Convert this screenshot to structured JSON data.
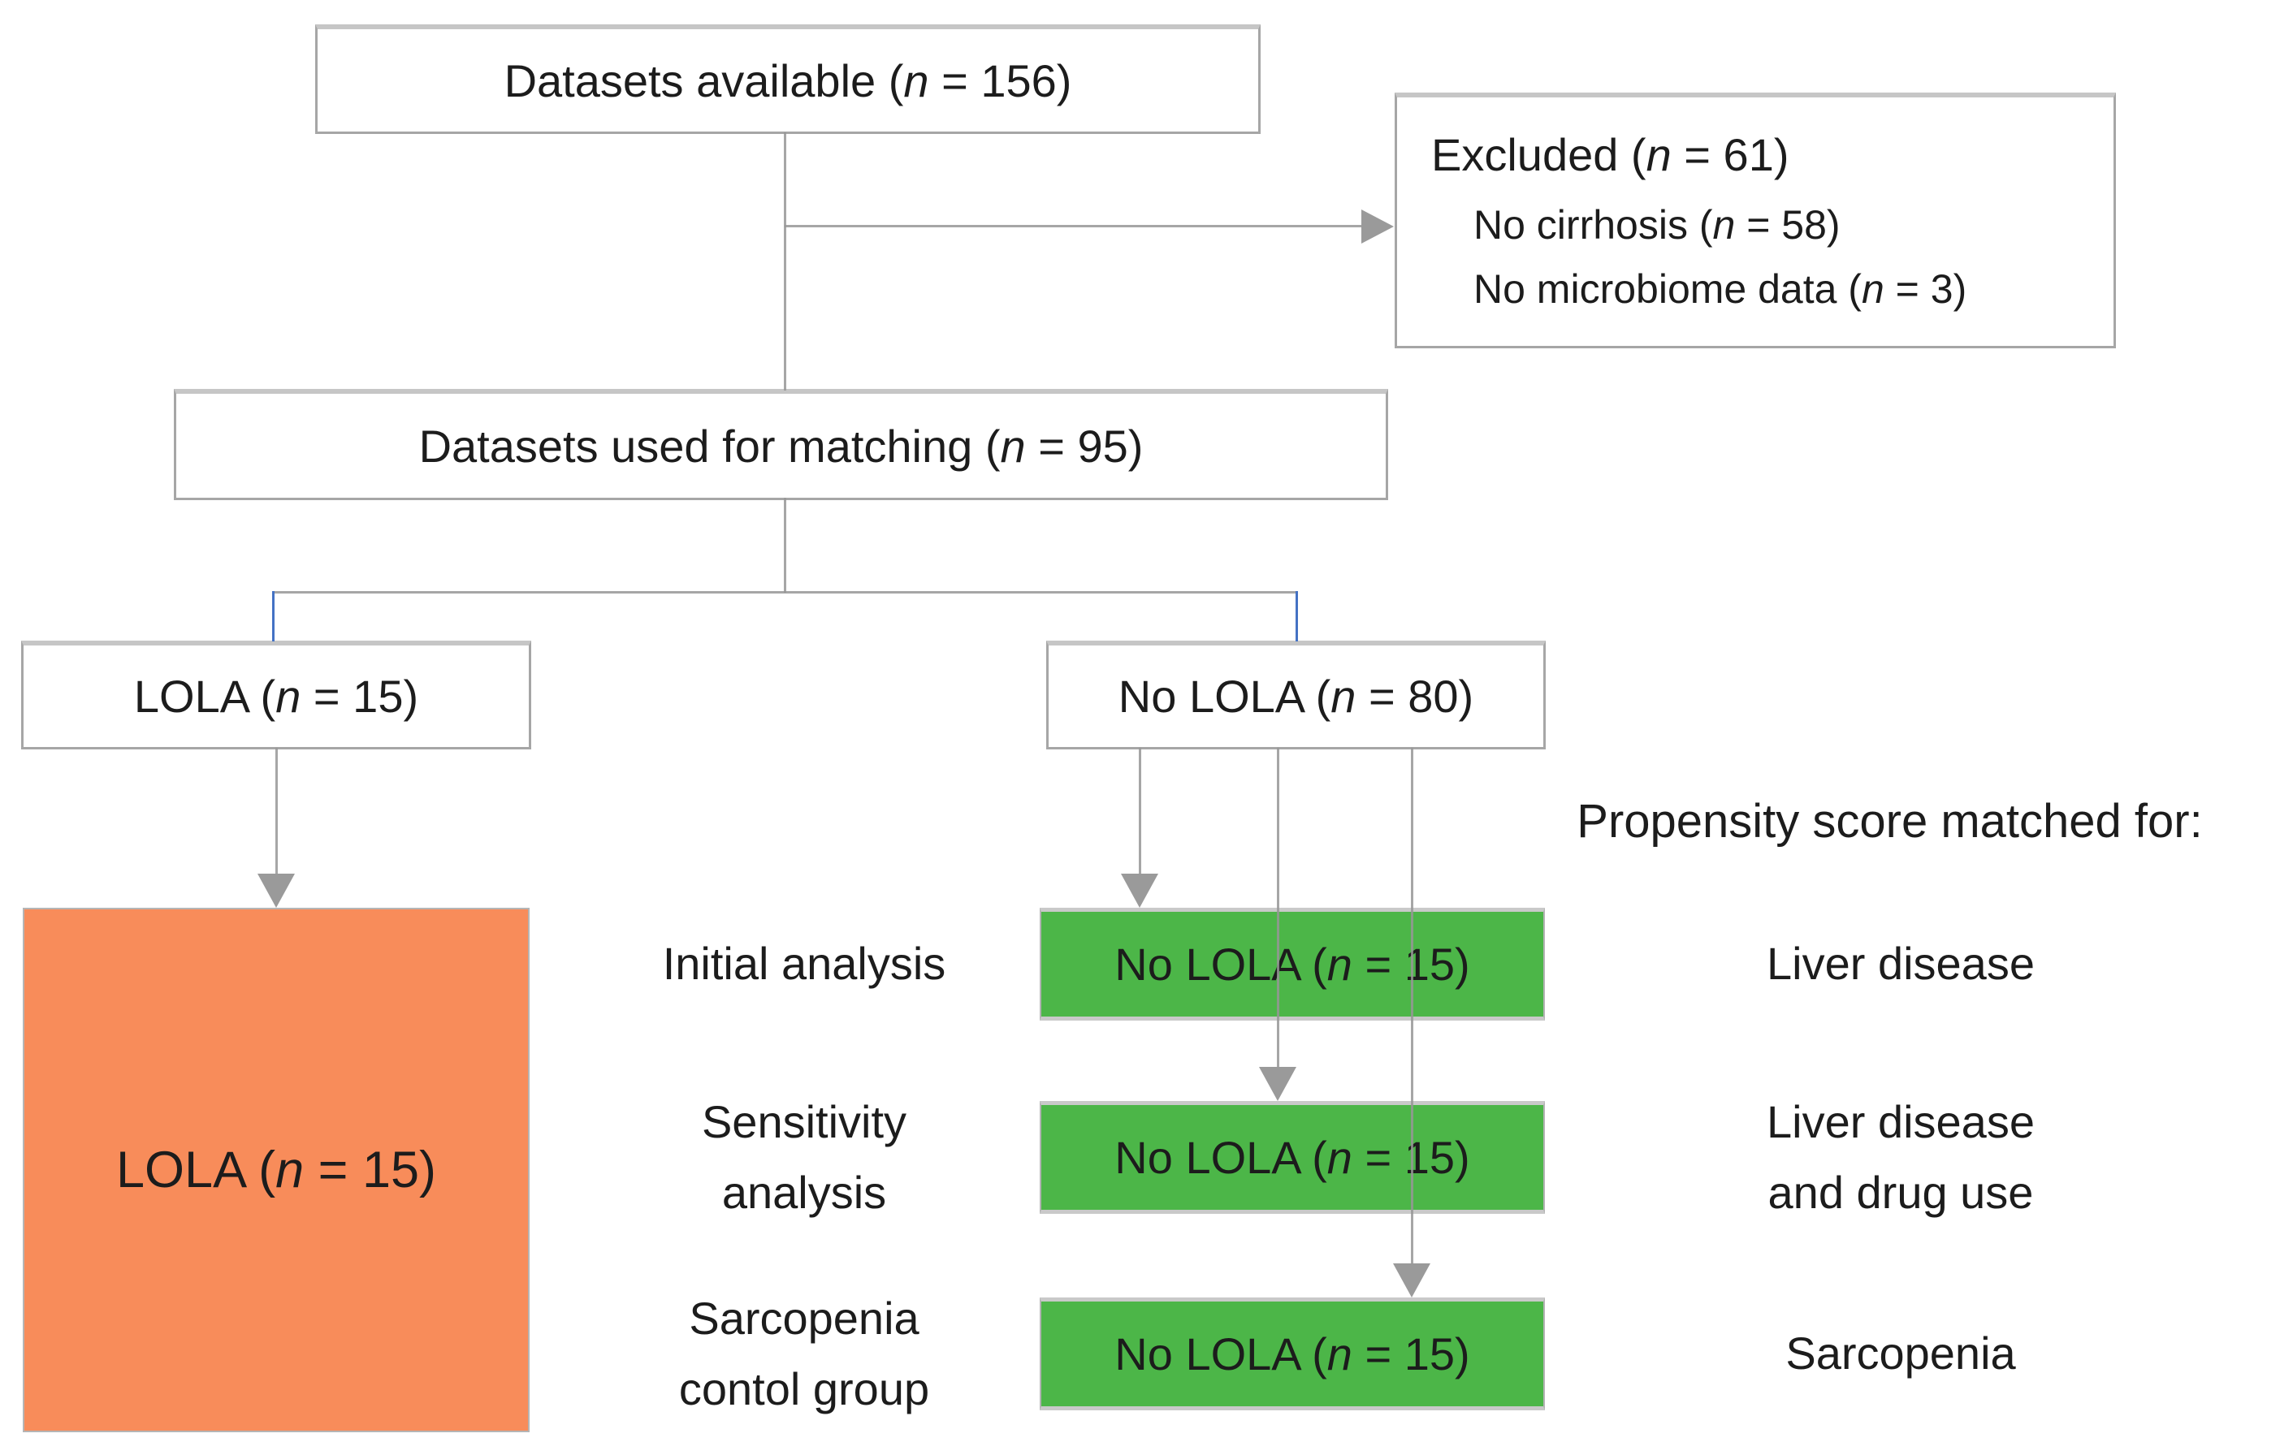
{
  "figure_type": "study-flow-diagram",
  "boxes": {
    "available": {
      "pre": "Datasets available (",
      "n": "n",
      "post": " = 156)"
    },
    "excluded_title": {
      "pre": "Excluded (",
      "n": "n",
      "post": " = 61)"
    },
    "excluded_item1": {
      "pre": "No cirrhosis (",
      "n": "n",
      "post": " = 58)"
    },
    "excluded_item2": {
      "pre": "No microbiome  data (",
      "n": "n",
      "post": " = 3)"
    },
    "matching": {
      "pre": "Datasets used for matching (",
      "n": "n",
      "post": " = 95)"
    },
    "lola_arm": {
      "pre": "LOLA (",
      "n": "n",
      "post": " = 15)"
    },
    "nolola_arm": {
      "pre": "No LOLA (",
      "n": "n",
      "post": " = 80)"
    },
    "lola_final": {
      "pre": "LOLA (",
      "n": "n",
      "post": " = 15)"
    },
    "matched1": {
      "pre": "No LOLA (",
      "n": "n",
      "post": " = 15)"
    },
    "matched2": {
      "pre": "No LOLA (",
      "n": "n",
      "post": " = 15)"
    },
    "matched3": {
      "pre": "No LOLA (",
      "n": "n",
      "post": " = 15)"
    }
  },
  "annotations": {
    "propensity_caption": "Propensity score matched for:",
    "row1_left": "Initial analysis",
    "row2_left_line1": "Sensitivity",
    "row2_left_line2": "analysis",
    "row3_left_line1": "Sarcopenia",
    "row3_left_line2": "contol group",
    "row1_right": "Liver disease",
    "row2_right_line1": "Liver disease",
    "row2_right_line2": "and drug use",
    "row3_right": "Sarcopenia"
  },
  "colors": {
    "green_box": "#4cb648",
    "orange_box": "#f88c5a",
    "connector_gray": "#9a9a9a",
    "corner_tick_blue": "#4472c4",
    "box_border": "#a6a6a6",
    "text": "#1c1c1c"
  }
}
